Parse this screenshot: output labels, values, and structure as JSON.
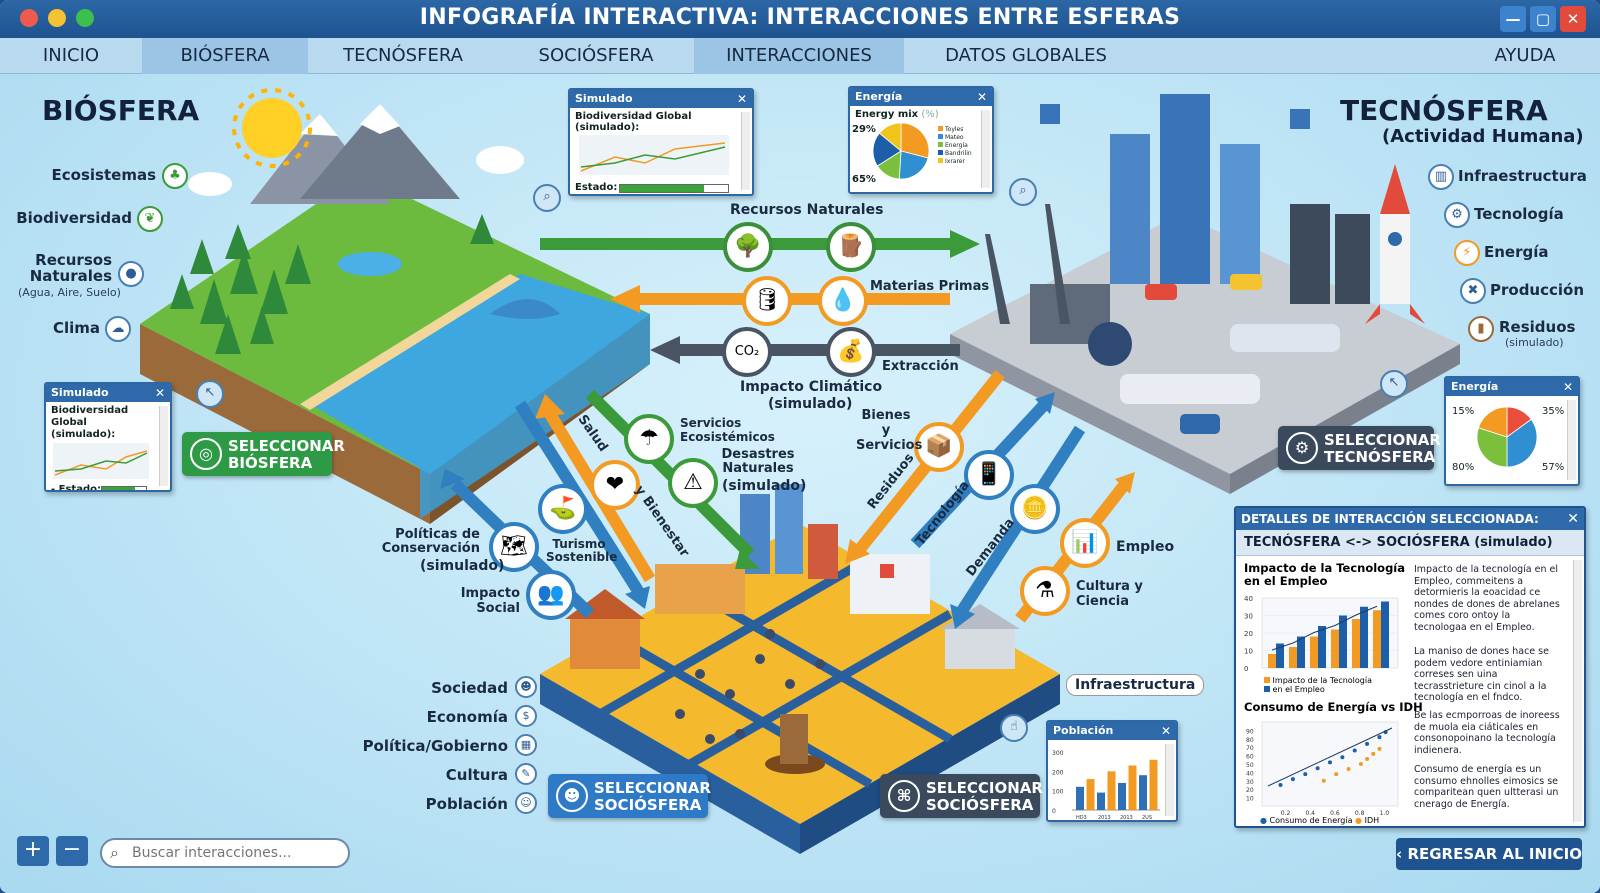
{
  "window": {
    "title": "INFOGRAFÍA INTERACTIVA: INTERACCIONES ENTRE ESFERAS",
    "controls": [
      "—",
      "▢",
      "✕"
    ]
  },
  "menu": {
    "items": [
      "INICIO",
      "BIÓSFERA",
      "TECNÓSFERA",
      "SOCIÓSFERA",
      "INTERACCIONES",
      "DATOS GLOBALES",
      "AYUDA"
    ],
    "active": [
      "BIÓSFERA",
      "INTERACCIONES"
    ]
  },
  "biosfera": {
    "title": "BIÓSFERA",
    "items": [
      "Ecosistemas",
      "Biodiversidad",
      "Recursos Naturales",
      "Clima"
    ],
    "recursos_sub": "(Agua, Aire, Suelo)",
    "select_button": "SELECCIONAR BIÓSFERA"
  },
  "tecnosfera": {
    "title": "TECNÓSFERA",
    "subtitle": "(Actividad Humana)",
    "items": [
      "Infraestructura",
      "Tecnología",
      "Energía",
      "Producción",
      "Residuos"
    ],
    "residuos_sub": "(simulado)",
    "select_button": "SELECCIONAR TECNÓSFERA"
  },
  "sociosfera": {
    "items": [
      "Sociedad",
      "Economía",
      "Política/Gobierno",
      "Cultura",
      "Población"
    ],
    "select_button": "SELECCIONAR SOCIÓSFERA",
    "select_button_2": "SELECCIONAR SOCIÓSFERA",
    "infra_label": "Infraestructura"
  },
  "flows": {
    "recursos_naturales": "Recursos Naturales",
    "materias_primas": "Materias Primas",
    "extraccion": "Extracción",
    "impacto_climatico": "Impacto Climático",
    "impacto_climatico_sub": "(simulado)",
    "servicios": "Servicios Ecosistémicos",
    "desastres": "Desastres Naturales",
    "desastres_sub": "(simulado)",
    "salud": "Salud",
    "bienestar": "y Bienestar",
    "turismo": "Turismo Sostenible",
    "politicas": "Políticas de Conservación",
    "politicas_sub": "(simulado)",
    "impacto_social": "Impacto Social",
    "bienes": "Bienes y Servicios",
    "residuos": "Residuos",
    "tecnologia": "Tecnología",
    "demanda": "Demanda",
    "empleo": "Empleo",
    "cultura": "Cultura y Ciencia"
  },
  "panel_sim_top": {
    "head": "Simulado",
    "title": "Biodiversidad Global (simulado):",
    "estado": "Estado:",
    "level": 0.78
  },
  "panel_sim_left": {
    "head": "Simulado",
    "title": "Biodiversidad Global (simulado):",
    "estado": "- Estado:",
    "level": 0.75
  },
  "panel_energia_top": {
    "head": "Energía",
    "title": "Energy mix",
    "title_unit": "(%)",
    "labels": [
      "29%",
      "65%"
    ],
    "legend": [
      "Toyles",
      "Mateo",
      "Energía",
      "Bandrilin",
      "Ixrarer"
    ],
    "slices": [
      0.29,
      0.22,
      0.15,
      0.2,
      0.14
    ],
    "colors": [
      "#f39a23",
      "#2f8fd0",
      "#7bbf3d",
      "#1c5fa8",
      "#f0c419"
    ]
  },
  "panel_energia_right": {
    "head": "Energía",
    "labels": [
      "15%",
      "35%",
      "80%",
      "57%"
    ],
    "slices": [
      0.15,
      0.35,
      0.3,
      0.2
    ],
    "colors": [
      "#e94f3a",
      "#2f8fd0",
      "#7bbf3d",
      "#f39a23"
    ]
  },
  "panel_poblacion": {
    "head": "Población",
    "yticks": [
      "300",
      "200",
      "100",
      "0"
    ],
    "xticks": [
      "HD3",
      "2013",
      "2013",
      "2US"
    ],
    "bars": [
      120,
      160,
      90,
      200,
      140,
      230,
      180,
      260
    ]
  },
  "details": {
    "head": "DETALLES DE INTERACCIÓN SELECCIONADA:",
    "subtitle": "TECNÓSFERA <-> SOCIÓSFERA (simulado)",
    "chart1_title": "Impacto de la Tecnología en el Empleo",
    "chart1_yticks": [
      "40",
      "30",
      "20",
      "10",
      "0"
    ],
    "chart1_legend_1": "Impacto de la Tecnología",
    "chart1_legend_2": "en el Empleo",
    "chart1_orange": [
      8,
      12,
      18,
      22,
      28,
      33
    ],
    "chart1_blue": [
      14,
      18,
      24,
      30,
      35,
      38
    ],
    "chart2_title": "Consumo de Energía vs IDH",
    "chart2_yticks": [
      "90",
      "80",
      "70",
      "60",
      "50",
      "40",
      "30",
      "20",
      "10"
    ],
    "chart2_xticks": [
      "0.2",
      "0.4",
      "0.6",
      "0.8",
      "1.0"
    ],
    "chart2_legend_1": "Consumo de Energía",
    "chart2_legend_2": "IDH",
    "para1": "Impacto de la tecnología en el Empleo, commeitens a detormieris la eoacidad ce nondes de dones de abrelanes comes coro ontoy la tecnologaa en el Empleo.",
    "para2": "La maniso de dones hace se podem vedore entiniamian correses sen uina tecrasstrieture cin cinol a la tecnología en el fndco.",
    "para3": "Be las ecmporroas de inoreess de muola eia ciáticales en consonopoinano la tecnología indienera.",
    "para4": "Consumo de energía es un consumo ehnolles eimosics se comparitean quen ultterasi un cnerago de Energía."
  },
  "bottom": {
    "zoom_in": "+",
    "zoom_out": "−",
    "search_placeholder": "Buscar interacciones...",
    "back": "REGRESAR AL INICIO"
  },
  "colors": {
    "green": "#3b9b3b",
    "orange": "#f39a23",
    "blue": "#2f7fc1",
    "dark": "#4a5563",
    "accent": "#2e6aa9"
  }
}
